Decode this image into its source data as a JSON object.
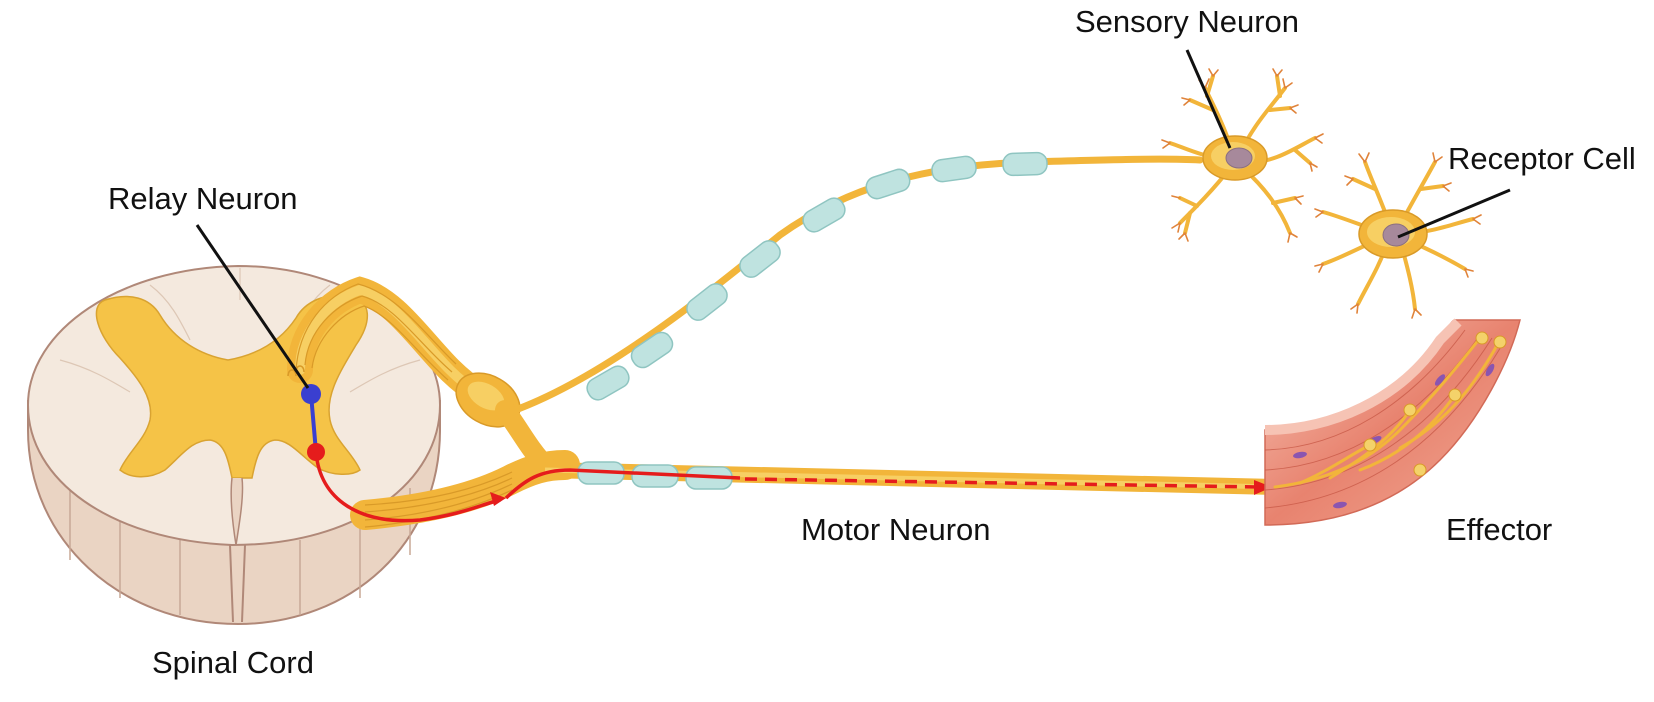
{
  "labels": {
    "sensory_neuron": "Sensory Neuron",
    "receptor_cell": "Receptor Cell",
    "relay_neuron": "Relay Neuron",
    "motor_neuron": "Motor Neuron",
    "effector": "Effector",
    "spinal_cord": "Spinal Cord"
  },
  "colors": {
    "nerve": "#f2b53a",
    "nerve_light": "#f7cf63",
    "myelin": "#bfe3e0",
    "myelin_edge": "#8fc5c1",
    "cord_white": "#f4e9de",
    "cord_side": "#e9d3c2",
    "cord_outline": "#b08878",
    "grey_matter": "#f5c347",
    "relay": "#3a3fd0",
    "motor_path": "#e51c1c",
    "muscle": "#e8836f",
    "muscle_light": "#f4b8a7",
    "nucleus": "#a7899b"
  },
  "icons": {
    "sensory_neuron": "sensory-neuron-cell",
    "receptor_cell": "receptor-cell",
    "effector": "muscle-tissue",
    "spinal_cord": "spinal-cord-cross-section"
  }
}
